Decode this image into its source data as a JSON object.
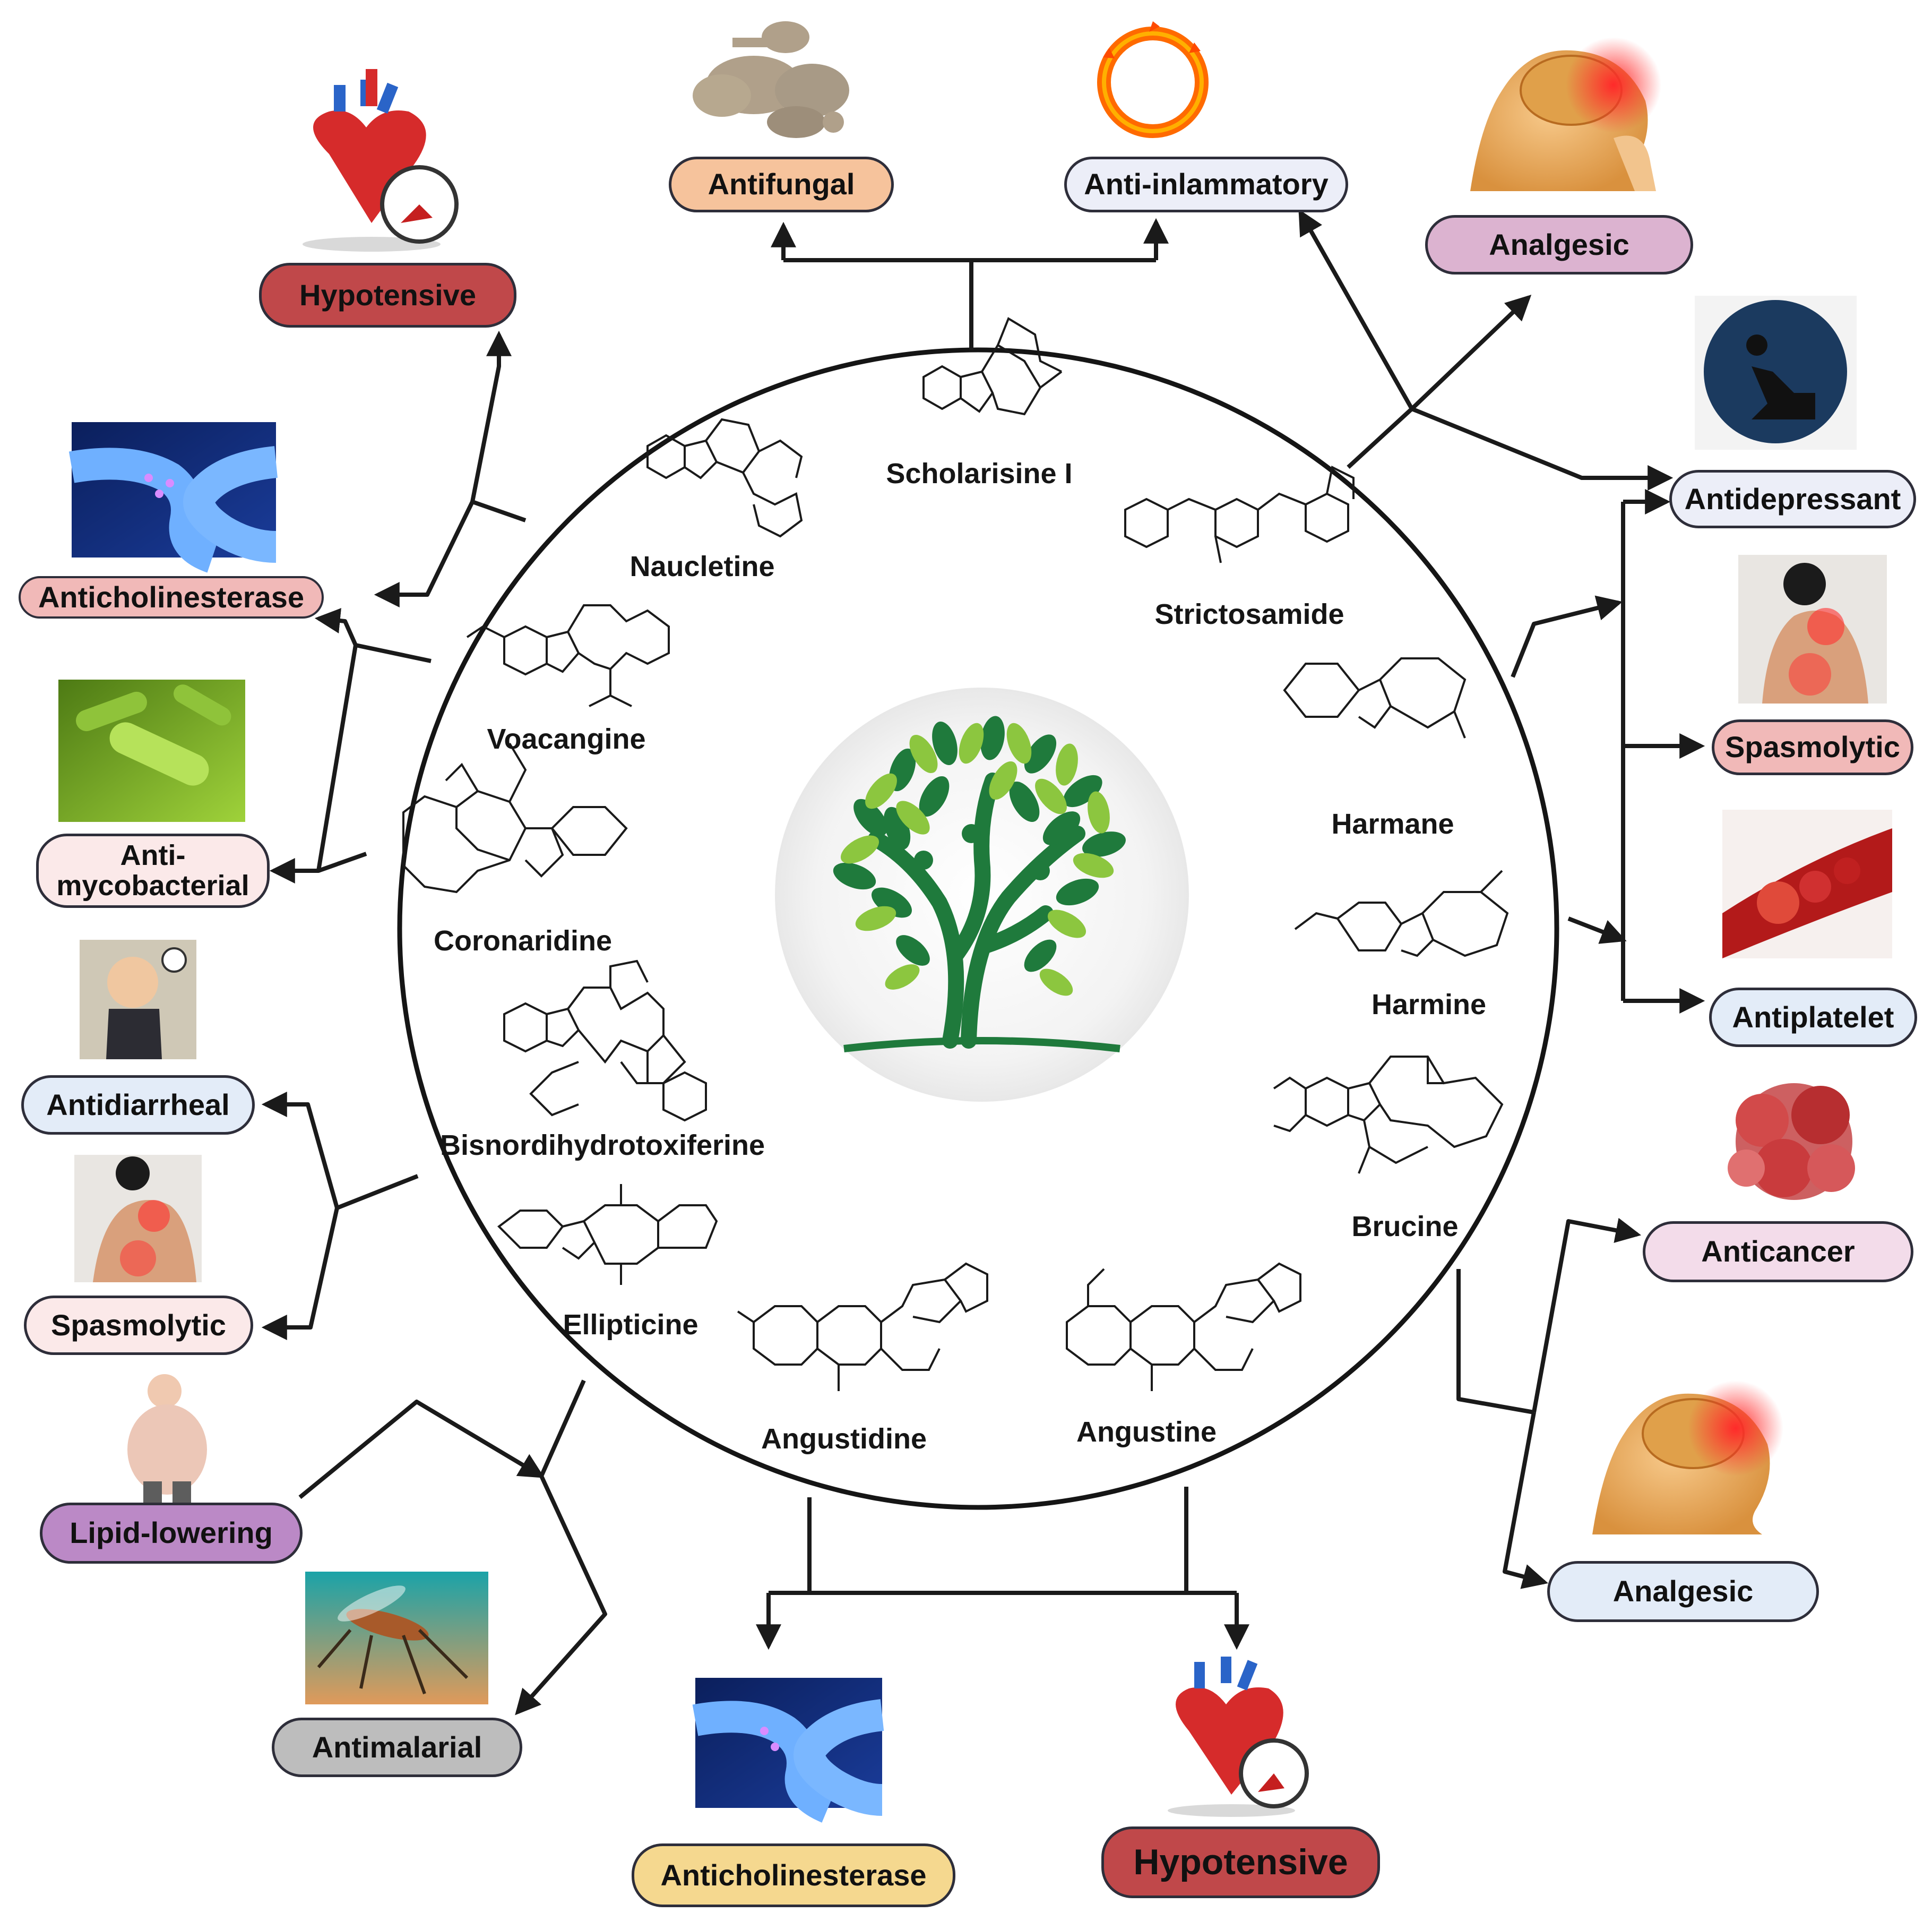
{
  "compounds": [
    {
      "id": "scholarisine-i",
      "name": "Scholarisine I"
    },
    {
      "id": "naucletine",
      "name": "Naucletine"
    },
    {
      "id": "strictosamide",
      "name": "Strictosamide"
    },
    {
      "id": "voacangine",
      "name": "Voacangine"
    },
    {
      "id": "harmane",
      "name": "Harmane"
    },
    {
      "id": "coronaridine",
      "name": "Coronaridine"
    },
    {
      "id": "harmine",
      "name": "Harmine"
    },
    {
      "id": "bisnordihydrotoxiferine",
      "name": "Bisnordihydrotoxiferine"
    },
    {
      "id": "brucine",
      "name": "Brucine"
    },
    {
      "id": "ellipticine",
      "name": "Ellipticine"
    },
    {
      "id": "angustidine",
      "name": "Angustidine"
    },
    {
      "id": "angustine",
      "name": "Angustine"
    }
  ],
  "activities": {
    "antifungal": "Antifungal",
    "anti_inflammatory": "Anti-inlammatory",
    "analgesic_top": "Analgesic",
    "hypotensive_left": "Hypotensive",
    "antidepressant": "Antidepressant",
    "anticholinesterase_left": "Anticholinesterase",
    "spasmolytic_right": "Spasmolytic",
    "antimycobacterial_line1": "Anti-",
    "antimycobacterial_line2": "mycobacterial",
    "antiplatelet": "Antiplatelet",
    "antidiarrheal": "Antidiarrheal",
    "anticancer": "Anticancer",
    "spasmolytic_left": "Spasmolytic",
    "lipid_lowering": "Lipid-lowering",
    "analgesic_bottom": "Analgesic",
    "antimalarial": "Antimalarial",
    "anticholinesterase_bottom": "Anticholinesterase",
    "hypotensive_bottom": "Hypotensive"
  },
  "colors": {
    "antifungal": "#f6c39c",
    "anti_inflammatory": "#eceef8",
    "analgesic_top": "#dcb3d0",
    "hypotensive": "#c0484a",
    "antidepressant": "#eceef8",
    "anticholinesterase_left": "#f1b9b8",
    "spasmolytic": "#f1b9b8",
    "antimycobacterial": "#fbe9e9",
    "antiplatelet": "#e3ecf8",
    "antidiarrheal": "#e3ecf8",
    "anticancer": "#f3dcea",
    "spasmolytic_left": "#fbe9e9",
    "lipid_lowering": "#bb89c6",
    "analgesic_bottom": "#e3ecf8",
    "antimalarial": "#bdbdbd",
    "anticholinesterase_bottom": "#f5d88f",
    "tree_dark": "#1f7a3c",
    "tree_light": "#8cc63f"
  }
}
